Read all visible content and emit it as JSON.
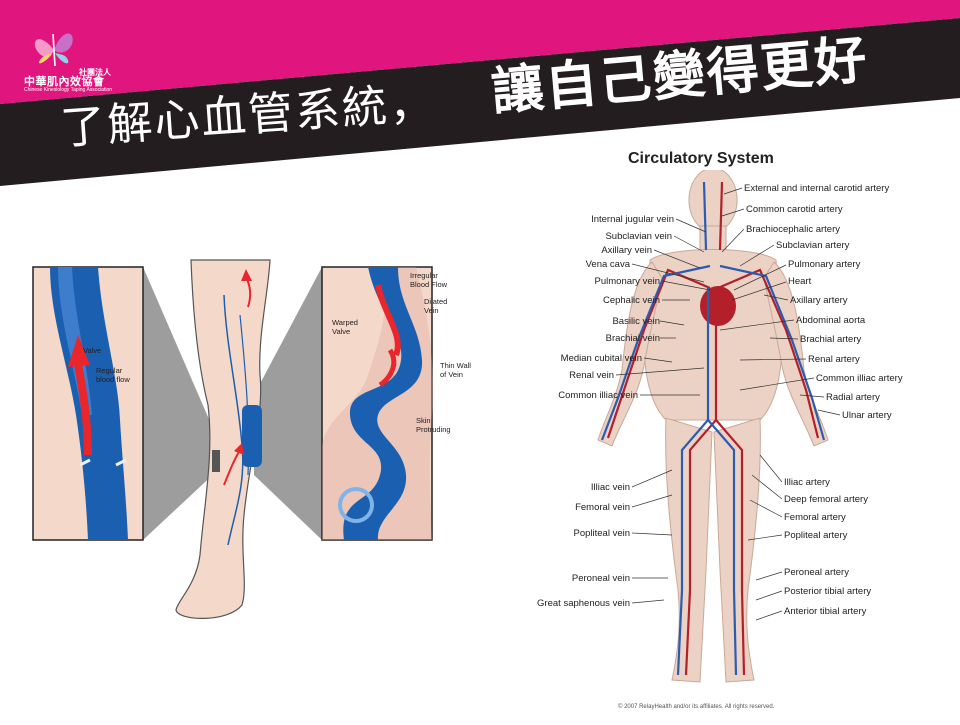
{
  "header": {
    "org_prefix": "社團法人",
    "org_name": "中華肌內效協會",
    "org_english": "Chinese Kinesiology Taping Association",
    "title_light": "了解心血管系統，",
    "title_bold": "讓自己變得更好",
    "colors": {
      "banner_pink": "#e0157d",
      "banner_dark": "#231d1f"
    }
  },
  "leg_illustration": {
    "left_panel_labels": [
      "Valve",
      "Regular blood flow"
    ],
    "right_panel_labels": [
      "Irregular Blood Flow",
      "Dilated Vein",
      "Warped Valve",
      "Thin Wall of Vein",
      "Skin Protruding"
    ],
    "colors": {
      "vein_blue": "#1b5fb0",
      "skin": "#f4d8c9",
      "flow_red": "#e8262b"
    }
  },
  "circulatory": {
    "title": "Circulatory System",
    "left_labels": [
      "Internal jugular vein",
      "Subclavian vein",
      "Axillary vein",
      "Vena cava",
      "Pulmonary vein",
      "Cephalic vein",
      "Basilic vein",
      "Brachial vein",
      "Median cubital vein",
      "Renal vein",
      "Common illiac vein",
      "Illiac vein",
      "Femoral vein",
      "Popliteal vein",
      "Peroneal vein",
      "Great saphenous vein"
    ],
    "right_labels": [
      "External and internal carotid artery",
      "Common carotid artery",
      "Brachiocephalic artery",
      "Subclavian artery",
      "Pulmonary artery",
      "Heart",
      "Axillary artery",
      "Abdominal aorta",
      "Brachial artery",
      "Renal artery",
      "Common illiac artery",
      "Radial artery",
      "Ulnar artery",
      "Illiac artery",
      "Deep femoral artery",
      "Femoral artery",
      "Popliteal artery",
      "Peroneal artery",
      "Posterior tibial artery",
      "Anterior tibial artery"
    ],
    "copyright": "© 2007 RelayHealth and/or its affiliates.  All rights reserved.",
    "colors": {
      "artery": "#b3202a",
      "vein": "#2a5cb0",
      "body": "#ecd2c4"
    }
  }
}
